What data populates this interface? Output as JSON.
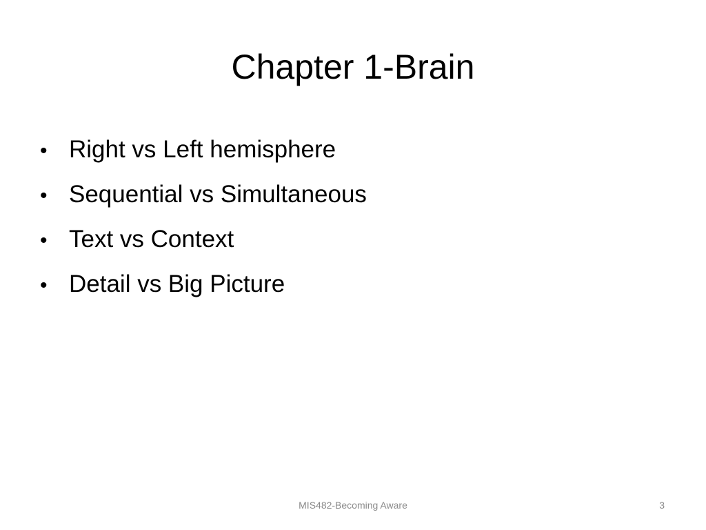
{
  "slide": {
    "title": "Chapter 1-Brain",
    "bullet_glyph": "•",
    "bullets": [
      "Right vs Left hemisphere",
      "Sequential vs Simultaneous",
      "Text vs Context",
      "Detail vs Big Picture"
    ],
    "footer": "MIS482-Becoming Aware",
    "page_number": "3"
  }
}
